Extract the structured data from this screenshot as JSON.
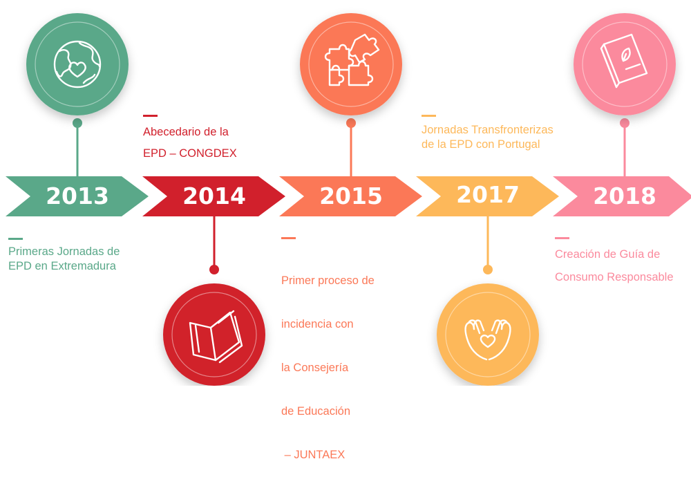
{
  "colors": {
    "y2013": "#5aa889",
    "y2014": "#d1202c",
    "y2015": "#fb7857",
    "y2017": "#fdb85a",
    "y2018": "#fb8a9d"
  },
  "milestones": [
    {
      "year": "2013",
      "icon": "globe-heart-icon",
      "description": [
        "Primeras Jornadas de",
        "EPD en Extremadura"
      ]
    },
    {
      "year": "2014",
      "icon": "open-book-icon",
      "description": [
        "Abecedario de la",
        "EPD – CONGDEX"
      ]
    },
    {
      "year": "2015",
      "icon": "puzzle-pieces-icon",
      "description": [
        "Primer proceso de",
        "incidencia con",
        "la Consejería",
        "de Educación",
        " – JUNTAEX"
      ]
    },
    {
      "year": "2017",
      "icon": "hands-heart-icon",
      "description": [
        "Jornadas Transfronterizas",
        "de la EPD con Portugal"
      ]
    },
    {
      "year": "2018",
      "icon": "guide-book-icon",
      "description": [
        "Creación de Guía de",
        "Consumo Responsable"
      ]
    }
  ]
}
